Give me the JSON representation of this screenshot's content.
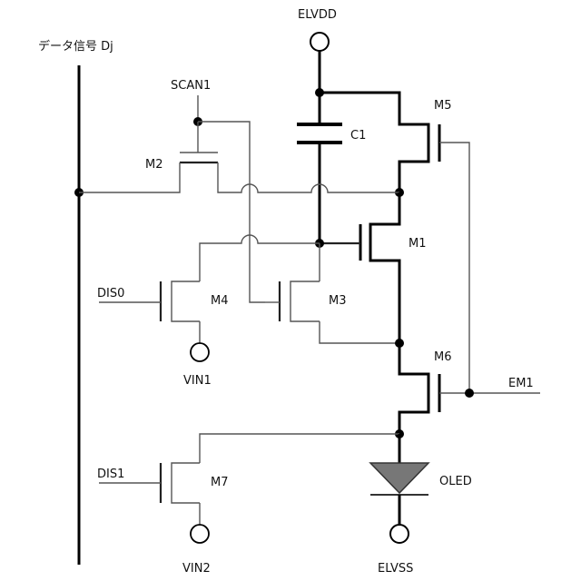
{
  "labels": {
    "data_line": "データ信号 Dj",
    "elvdd": "ELVDD",
    "scan1": "SCAN1",
    "m5": "M5",
    "c1": "C1",
    "m2": "M2",
    "m1": "M1",
    "dis0": "DIS0",
    "m4": "M4",
    "m3": "M3",
    "vin1": "VIN1",
    "m6": "M6",
    "em1": "EM1",
    "dis1": "DIS1",
    "m7": "M7",
    "oled": "OLED",
    "vin2": "VIN2",
    "elvss": "ELVSS"
  },
  "colors": {
    "oled_fill": "#777777"
  }
}
